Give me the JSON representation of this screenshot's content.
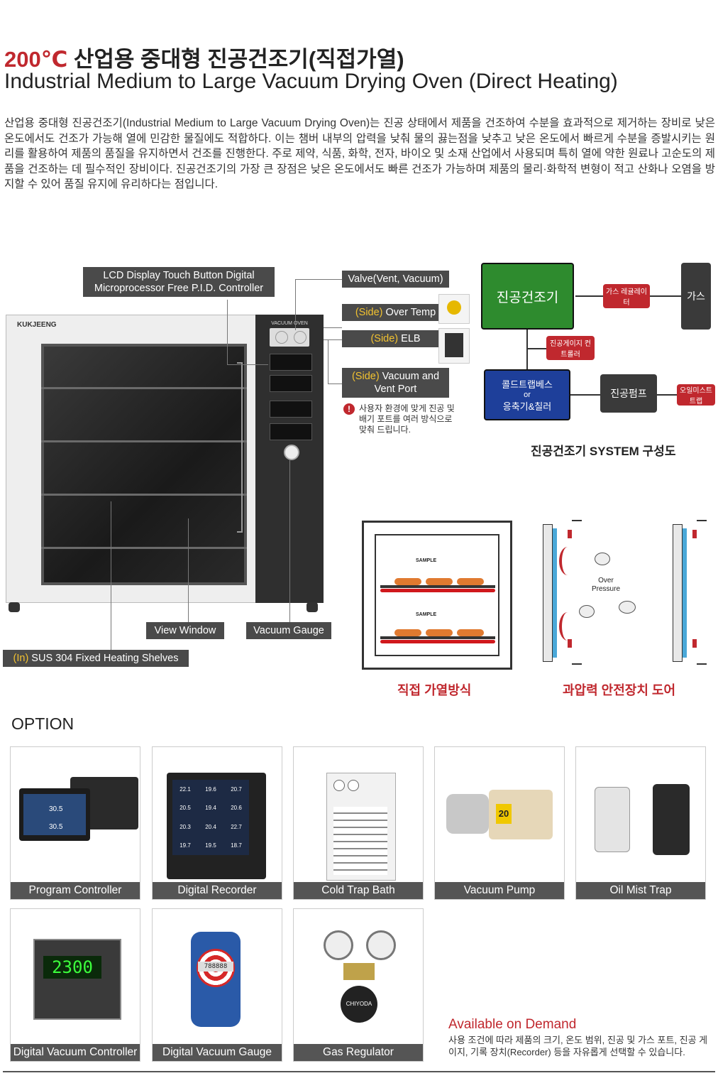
{
  "header": {
    "title_ko_accent": "200℃",
    "title_ko_rest": " 산업용 중대형 진공건조기(직접가열)",
    "title_en": "Industrial Medium to Large Vacuum Drying Oven (Direct Heating)"
  },
  "intro": "산업용 중대형 진공건조기(Industrial Medium to Large Vacuum Drying Oven)는 진공 상태에서 제품을 건조하여 수분을 효과적으로 제거하는 장비로 낮은 온도에서도 건조가 가능해 열에 민감한 물질에도 적합하다. 이는 챔버 내부의 압력을 낮춰 물의 끓는점을 낮추고 낮은 온도에서 빠르게 수분을 증발시키는 원리를 활용하여 제품의 품질을 유지하면서 건조를 진행한다. 주로 제약, 식품, 화학, 전자, 바이오 및 소재 산업에서 사용되며 특히 열에 약한 원료나 고순도의 제품을 건조하는 데 필수적인 장비이다. 진공건조기의 가장 큰 장점은 낮은 온도에서도 빠른 건조가 가능하며 제품의 물리·화학적 변형이 적고 산화나 오염을 방지할 수 있어 품질 유지에 유리하다는 점입니다.",
  "oven": {
    "brand": "KUKJEENG",
    "panel_label": "VACUUM OVEN",
    "labels": {
      "controller_line1": "LCD Display Touch Button Digital",
      "controller_line2": "Microprocessor Free P.I.D. Controller",
      "valve": "Valve(Vent, Vacuum)",
      "over_temp_side": "(Side)",
      "over_temp": " Over Temp",
      "elb_side": "(Side)",
      "elb": " ELB",
      "vacuum_port_side": "(Side)",
      "vacuum_port_line1": " Vacuum and",
      "vacuum_port_line2": "Vent Port",
      "view_window": "View Window",
      "vacuum_gauge": "Vacuum Gauge",
      "shelves_in": "(In)",
      "shelves": " SUS 304 Fixed Heating Shelves"
    },
    "notice": "사용자 환경에 맞게 진공 및 배기 포트를 여러 방식으로 맞춰 드립니다."
  },
  "system": {
    "main": "진공건조기",
    "gas": "가스",
    "regulator": "가스 레귤레이터",
    "gauge_controller": "진공게이지 컨트롤러",
    "cold_trap_line1": "콜드트랩베스",
    "cold_trap_or": "or",
    "cold_trap_line2": "응축기&칠러",
    "vacuum_pump": "진공펌프",
    "oil_mist": "오일미스트 트랩",
    "caption": "진공건조기 SYSTEM 구성도",
    "colors": {
      "main": "#2e8b2e",
      "gas": "#3a3a3a",
      "small": "#c0282e",
      "cold": "#1e3f9a"
    }
  },
  "heating": {
    "sample1": "SAMPLE",
    "sample2": "SAMPLE",
    "caption": "직접 가열방식"
  },
  "door": {
    "over_pressure": "Over Pressure",
    "caption": "과압력 안전장치 도어"
  },
  "options": {
    "title": "OPTION",
    "items": [
      "Program Controller",
      "Digital Recorder",
      "Cold Trap Bath",
      "Vacuum Pump",
      "Oil Mist Trap",
      "Digital Vacuum Controller",
      "Digital Vacuum Gauge",
      "Gas Regulator"
    ],
    "program_values": [
      "30.5",
      "30.5"
    ],
    "recorder_values": [
      "22.1",
      "19.6",
      "20.7",
      "20.5",
      "19.4",
      "20.6",
      "20.3",
      "20.4",
      "22.7",
      "19.7",
      "19.5",
      "18.7"
    ],
    "vacuum_controller_value": "2300",
    "vacuum_gauge_value": "788888",
    "pump_number": "20",
    "regulator_brand": "CHIYODA"
  },
  "demand": {
    "title": "Available on Demand",
    "text": "사용 조건에 따라 제품의 크기, 온도 범위, 진공 및 가스 포트, 진공 게이지, 기록 장치(Recorder) 등을 자유롭게 선택할 수 있습니다."
  }
}
